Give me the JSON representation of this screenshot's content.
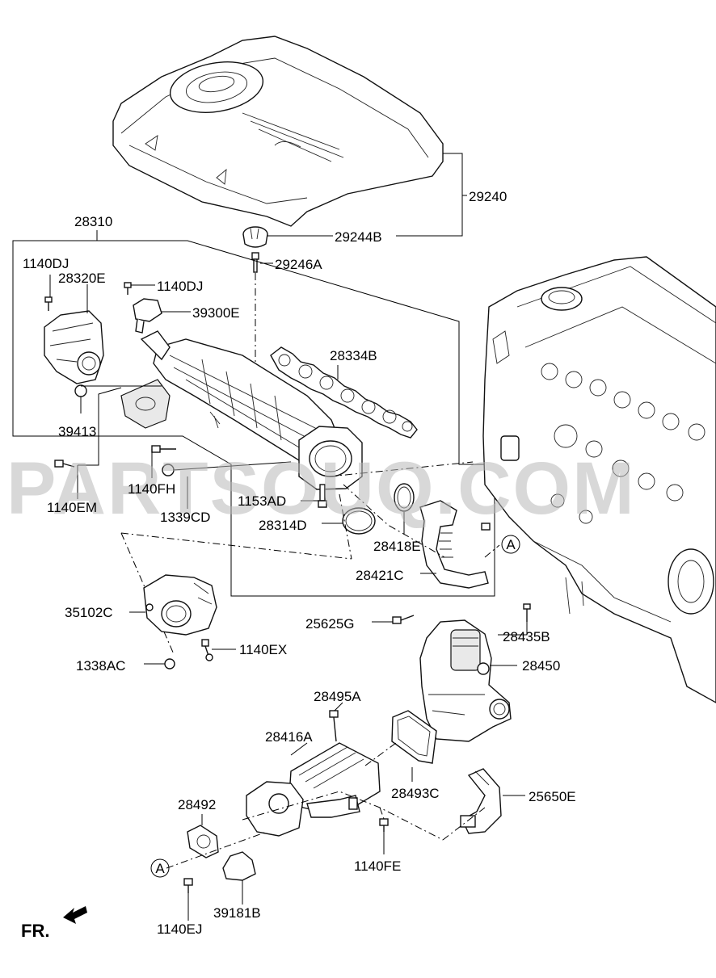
{
  "diagram": {
    "watermark": "PARTSOUQ.COM",
    "front_marker": "FR.",
    "ref_marker": "A",
    "labels": {
      "p29240": "29240",
      "p29244B": "29244B",
      "p29246A": "29246A",
      "p28310": "28310",
      "p1140DJ_a": "1140DJ",
      "p28320E": "28320E",
      "p1140DJ_b": "1140DJ",
      "p39300E": "39300E",
      "p28334B": "28334B",
      "p39413": "39413",
      "p1140FH": "1140FH",
      "p1140EM": "1140EM",
      "p1339CD": "1339CD",
      "p1153AD": "1153AD",
      "p28314D": "28314D",
      "p28418E": "28418E",
      "p28421C": "28421C",
      "p35102C": "35102C",
      "p1140EX": "1140EX",
      "p1338AC": "1338AC",
      "p25625G": "25625G",
      "p28435B": "28435B",
      "p28450": "28450",
      "p28495A": "28495A",
      "p28416A": "28416A",
      "p28493C": "28493C",
      "p25650E": "25650E",
      "p28492": "28492",
      "p1140FE": "1140FE",
      "p39181B": "39181B",
      "p1140EJ": "1140EJ"
    }
  }
}
